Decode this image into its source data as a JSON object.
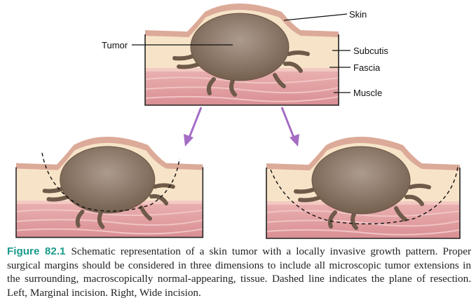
{
  "labels": {
    "skin": "Skin",
    "tumor": "Tumor",
    "subcutis": "Subcutis",
    "fascia": "Fascia",
    "muscle": "Muscle"
  },
  "caption": {
    "figure_number": "Figure 82.1",
    "text": "Schematic representation of a skin tumor with a locally invasive growth pattern. Proper surgical margins should be considered in three dimensions to include all microscopic tumor extensions in the surrounding, macroscopically normal-appearing, tissue. Dashed line indicates the plane of resection. Left, Marginal incision. Right, Wide incision."
  },
  "colors": {
    "arrow": "#a46cc4",
    "figure_label": "#1a9a8a",
    "tumor": "#8a7466",
    "subcutis": "#f7e4c8",
    "muscle": "#e3a0a4",
    "skin": "#dcaa98"
  }
}
